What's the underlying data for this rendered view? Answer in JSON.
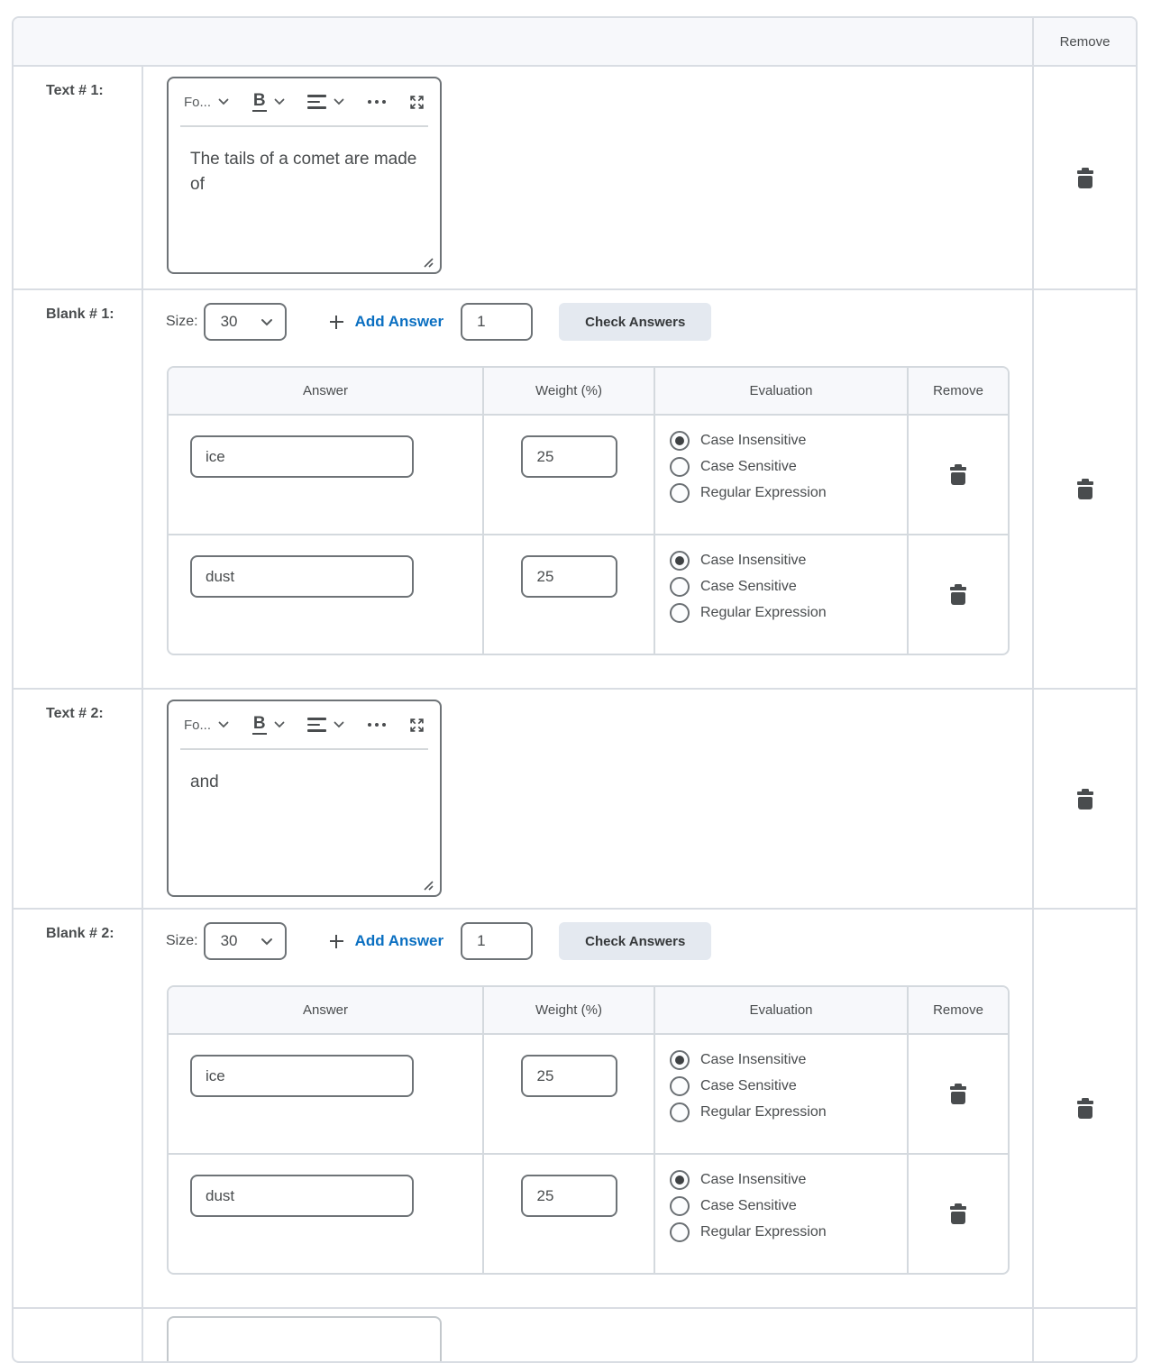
{
  "colors": {
    "link_blue": "#0a6fc1",
    "button_bg": "#e4e9f0",
    "header_bg": "#f7f8fb",
    "border_light": "#d9dde3",
    "input_border": "#6e7377",
    "text": "#494c4e"
  },
  "outer_header": {
    "remove": "Remove"
  },
  "editor_toolbar": {
    "format": "Fo...",
    "bold": "B"
  },
  "text_rows": [
    {
      "label": "Text # 1:",
      "content": "The tails of a comet are made of"
    },
    {
      "label": "Text # 2:",
      "content": "and"
    }
  ],
  "blank_rows": [
    {
      "label": "Blank # 1:",
      "size_label": "Size:",
      "size_value": "30",
      "add_answer": "Add Answer",
      "count_value": "1",
      "check_answers": "Check Answers",
      "columns": {
        "answer": "Answer",
        "weight": "Weight (%)",
        "evaluation": "Evaluation",
        "remove": "Remove"
      },
      "evaluation_options": [
        "Case Insensitive",
        "Case Sensitive",
        "Regular Expression"
      ],
      "answers": [
        {
          "answer": "ice",
          "weight": "25",
          "selected_evaluation": "Case Insensitive"
        },
        {
          "answer": "dust",
          "weight": "25",
          "selected_evaluation": "Case Insensitive"
        }
      ]
    },
    {
      "label": "Blank # 2:",
      "size_label": "Size:",
      "size_value": "30",
      "add_answer": "Add Answer",
      "count_value": "1",
      "check_answers": "Check Answers",
      "columns": {
        "answer": "Answer",
        "weight": "Weight (%)",
        "evaluation": "Evaluation",
        "remove": "Remove"
      },
      "evaluation_options": [
        "Case Insensitive",
        "Case Sensitive",
        "Regular Expression"
      ],
      "answers": [
        {
          "answer": "ice",
          "weight": "25",
          "selected_evaluation": "Case Insensitive"
        },
        {
          "answer": "dust",
          "weight": "25",
          "selected_evaluation": "Case Insensitive"
        }
      ]
    }
  ]
}
